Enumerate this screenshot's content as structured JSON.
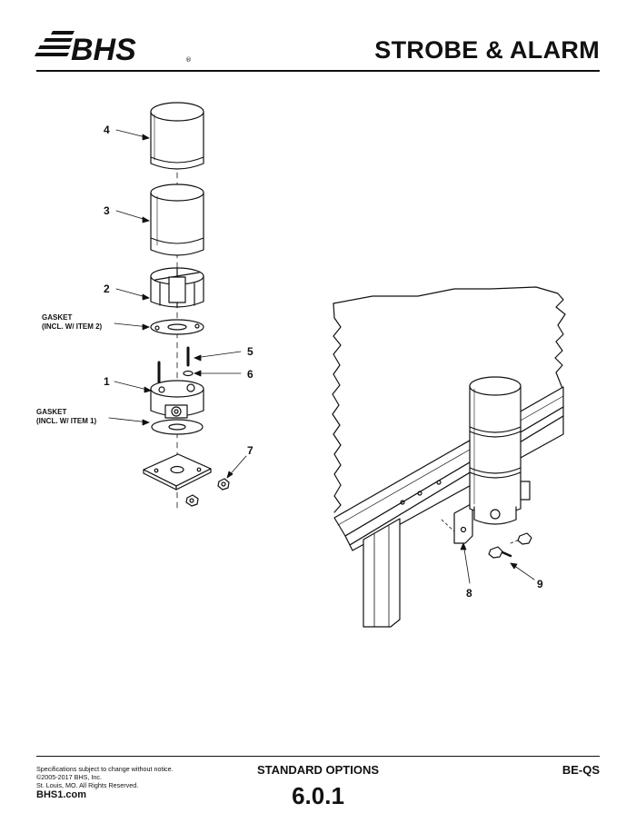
{
  "header": {
    "brand": "BHS",
    "title": "STROBE & ALARM"
  },
  "icons": [
    "bhs-logo"
  ],
  "diagram": {
    "callouts": {
      "c1": "1",
      "c2": "2",
      "c3": "3",
      "c4": "4",
      "c5": "5",
      "c6": "6",
      "c7": "7",
      "c8": "8",
      "c9": "9"
    },
    "gasket_item2": [
      "GASKET",
      "(INCL. W/ ITEM 2)"
    ],
    "gasket_item1": [
      "GASKET",
      "(INCL. W/ ITEM 1)"
    ]
  },
  "footer": {
    "disclaimer": "Specifications subject to change without notice.",
    "copyright": "©2005-2017 BHS, Inc.",
    "address": "St. Louis, MO.  All Rights Reserved.",
    "website": "BHS1.com",
    "section": "STANDARD OPTIONS",
    "page_number": "6.0.1",
    "doc_code": "BE-QS"
  }
}
